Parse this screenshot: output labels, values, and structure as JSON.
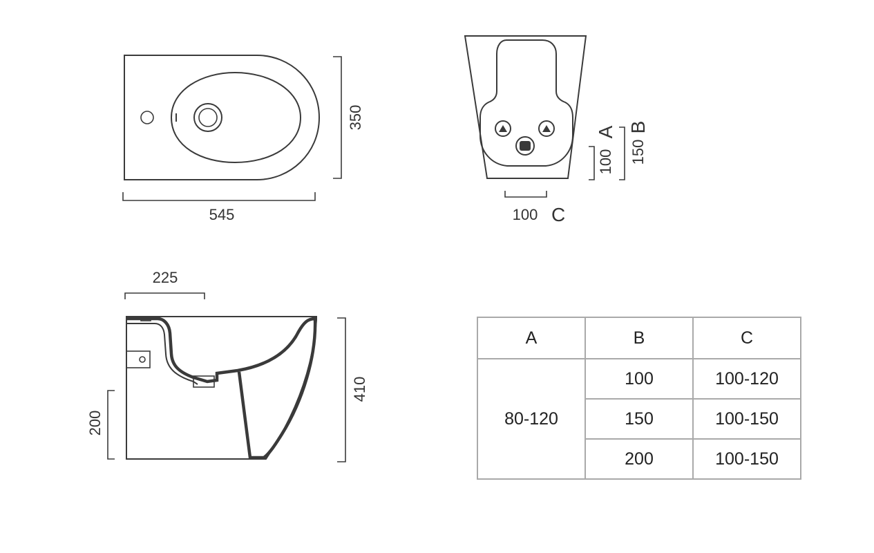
{
  "top_view": {
    "width": "545",
    "depth": "350"
  },
  "front_view": {
    "dim_a": "100",
    "label_a": "A",
    "dim_b": "150",
    "label_b": "B",
    "dim_c": "100",
    "label_c": "C"
  },
  "side_view": {
    "hole_offset": "225",
    "height": "410",
    "pipe_height": "200"
  },
  "spec_table": {
    "headers": [
      "A",
      "B",
      "C"
    ],
    "a_value": "80-120",
    "rows": [
      {
        "b": "100",
        "c": "100-120"
      },
      {
        "b": "150",
        "c": "100-150"
      },
      {
        "b": "200",
        "c": "100-150"
      }
    ]
  }
}
